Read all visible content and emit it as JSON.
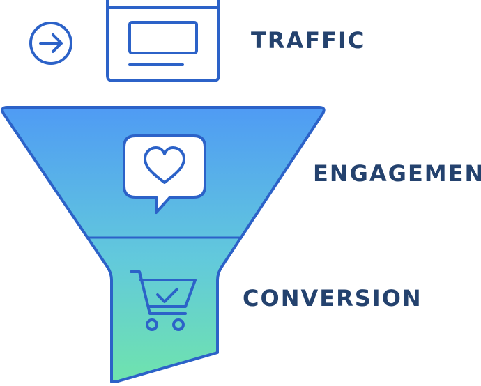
{
  "stages": [
    {
      "id": "traffic",
      "label": "TRAFFIC",
      "icon": "browser-window-icon"
    },
    {
      "id": "engagement",
      "label": "ENGAGEMENT",
      "icon": "heart-chat-bubble-icon"
    },
    {
      "id": "conversion",
      "label": "CONVERSION",
      "icon": "shopping-cart-check-icon"
    }
  ],
  "arrow_icon": "arrow-right-circle-icon",
  "colors": {
    "outline": "#2c62c8",
    "label_text": "#24426e",
    "funnel_top": "#4f9bf4",
    "funnel_bottom": "#6fe3ad",
    "icon_fill": "#ffffff"
  }
}
